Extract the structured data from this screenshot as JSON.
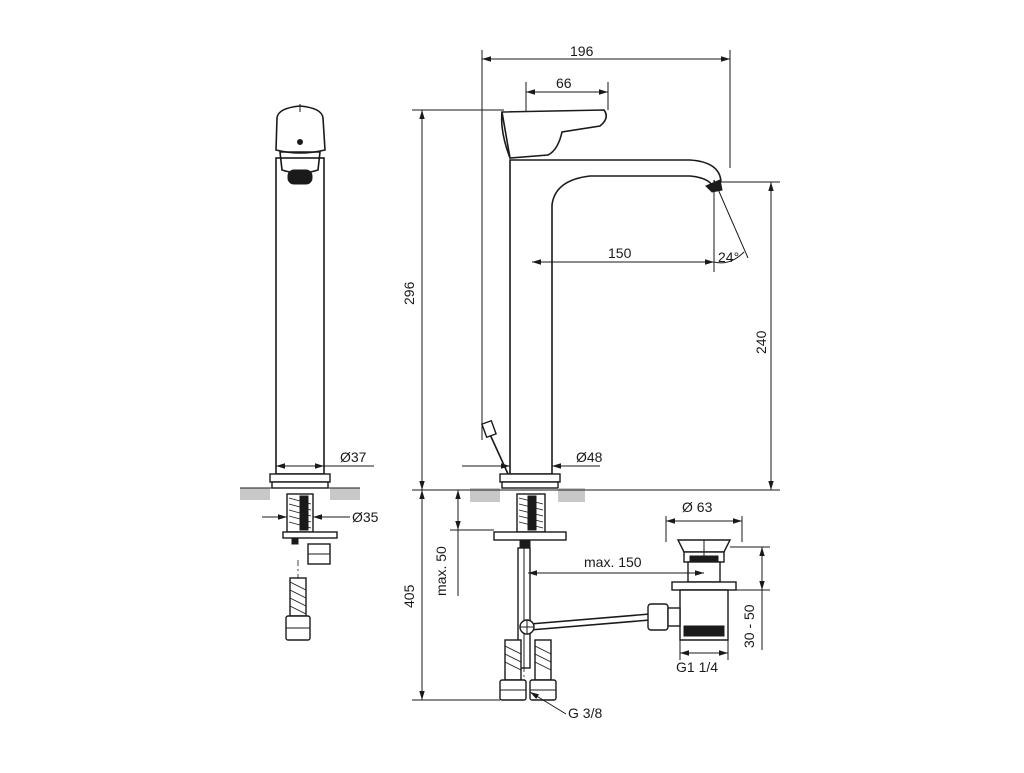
{
  "dimensions": {
    "d196": "196",
    "d66": "66",
    "d296": "296",
    "d150_spout": "150",
    "d24deg": "24°",
    "d240": "240",
    "d37": "Ø37",
    "d35": "Ø35",
    "d48": "Ø48",
    "d63": "Ø 63",
    "dmax150": "max. 150",
    "dmax50": "max. 50",
    "d405": "405",
    "d3050": "30 - 50",
    "dG114": "G1 1/4",
    "dG38": "G 3/8"
  },
  "colors": {
    "line": "#1a1a1a",
    "surface_hatch": "#c8c8c8",
    "background": "#ffffff"
  }
}
